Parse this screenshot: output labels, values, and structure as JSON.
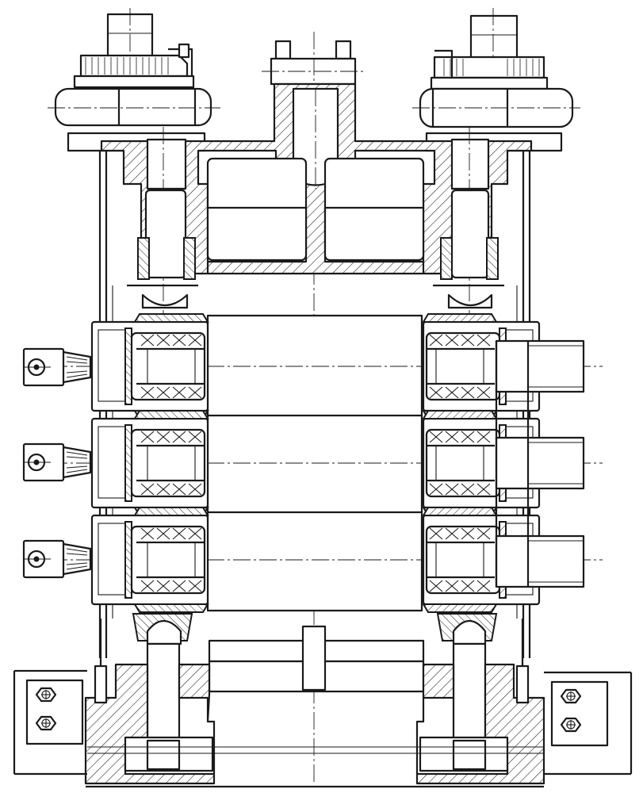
{
  "drawing": {
    "type": "mechanical-cross-section",
    "line_color": "#1a1a1a",
    "background": "#ffffff",
    "roll_count": 3,
    "rolls": [
      {
        "id": "top-roll"
      },
      {
        "id": "middle-roll"
      },
      {
        "id": "bottom-roll"
      }
    ],
    "icons": {
      "screwdown": "screwdown-gear-icon",
      "bearing": "roller-bearing-icon",
      "coupling": "coupling-icon",
      "bolt": "hex-bolt-icon"
    }
  }
}
